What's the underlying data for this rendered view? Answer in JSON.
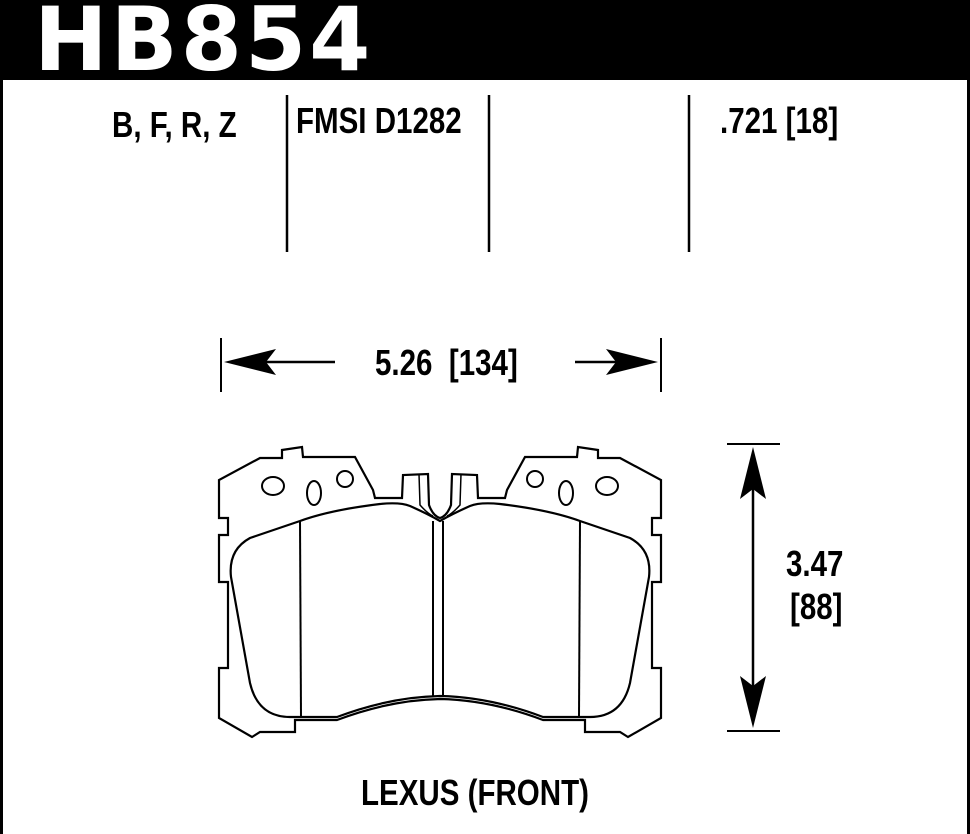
{
  "part_number": "HB854",
  "compounds": "B, F, R, Z",
  "fmsi": "FMSI D1282",
  "thickness": ".721 [18]",
  "width_dim": "5.26  [134]",
  "height_dim": {
    "inches": "3.47",
    "mm": "[88]"
  },
  "application": "LEXUS (FRONT)",
  "colors": {
    "header_bg": "#000000",
    "header_text": "#ffffff",
    "line": "#000000"
  }
}
